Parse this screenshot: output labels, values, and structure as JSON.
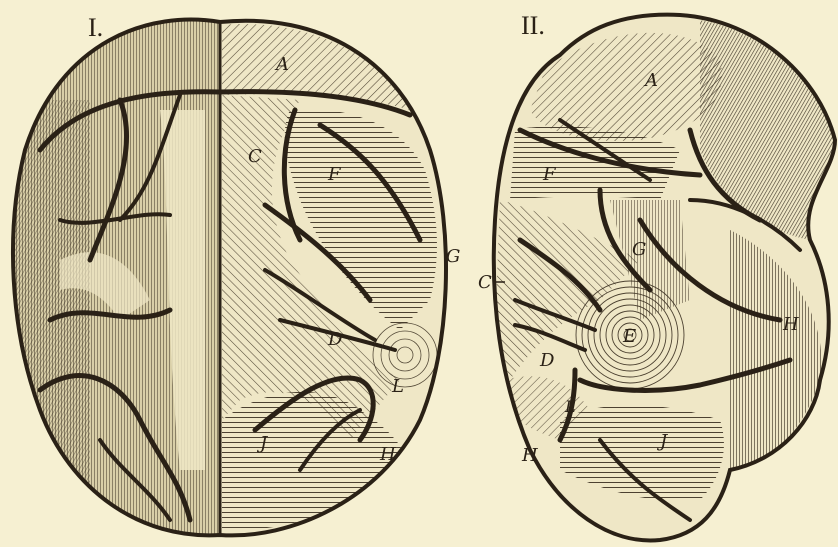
{
  "figure": {
    "background_color": "#f6f0d2",
    "ink_color": "#2a2116",
    "panel_1": {
      "numeral": "I.",
      "labels": {
        "a": "A",
        "c": "C",
        "f": "F",
        "g": "G",
        "d": "D",
        "l": "L",
        "j": "J",
        "h": "H"
      }
    },
    "panel_2": {
      "numeral": "II.",
      "labels": {
        "a": "A",
        "f": "F",
        "c": "C",
        "g": "G",
        "e": "E",
        "d": "D",
        "h_right": "H",
        "l": "L",
        "j": "J",
        "h_left": "H"
      }
    }
  }
}
